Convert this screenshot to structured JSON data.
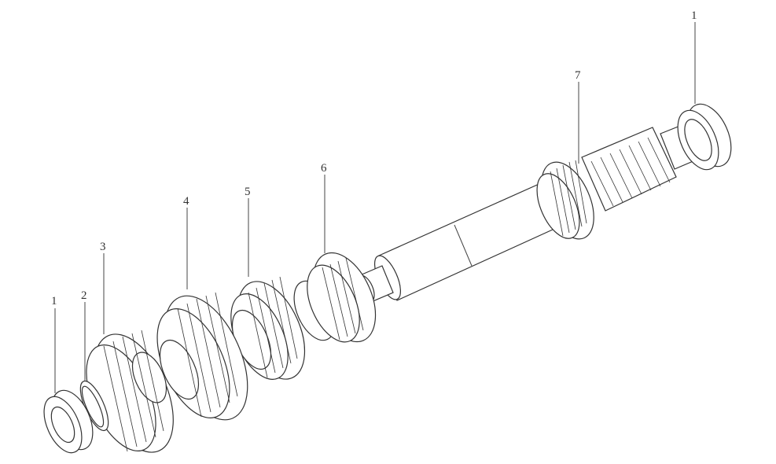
{
  "diagram": {
    "callouts": [
      {
        "id": "c1-left",
        "text": "1"
      },
      {
        "id": "c2",
        "text": "2"
      },
      {
        "id": "c3",
        "text": "3"
      },
      {
        "id": "c4",
        "text": "4"
      },
      {
        "id": "c5",
        "text": "5"
      },
      {
        "id": "c6",
        "text": "6"
      },
      {
        "id": "c7",
        "text": "7"
      },
      {
        "id": "c1-right",
        "text": "1"
      }
    ]
  }
}
